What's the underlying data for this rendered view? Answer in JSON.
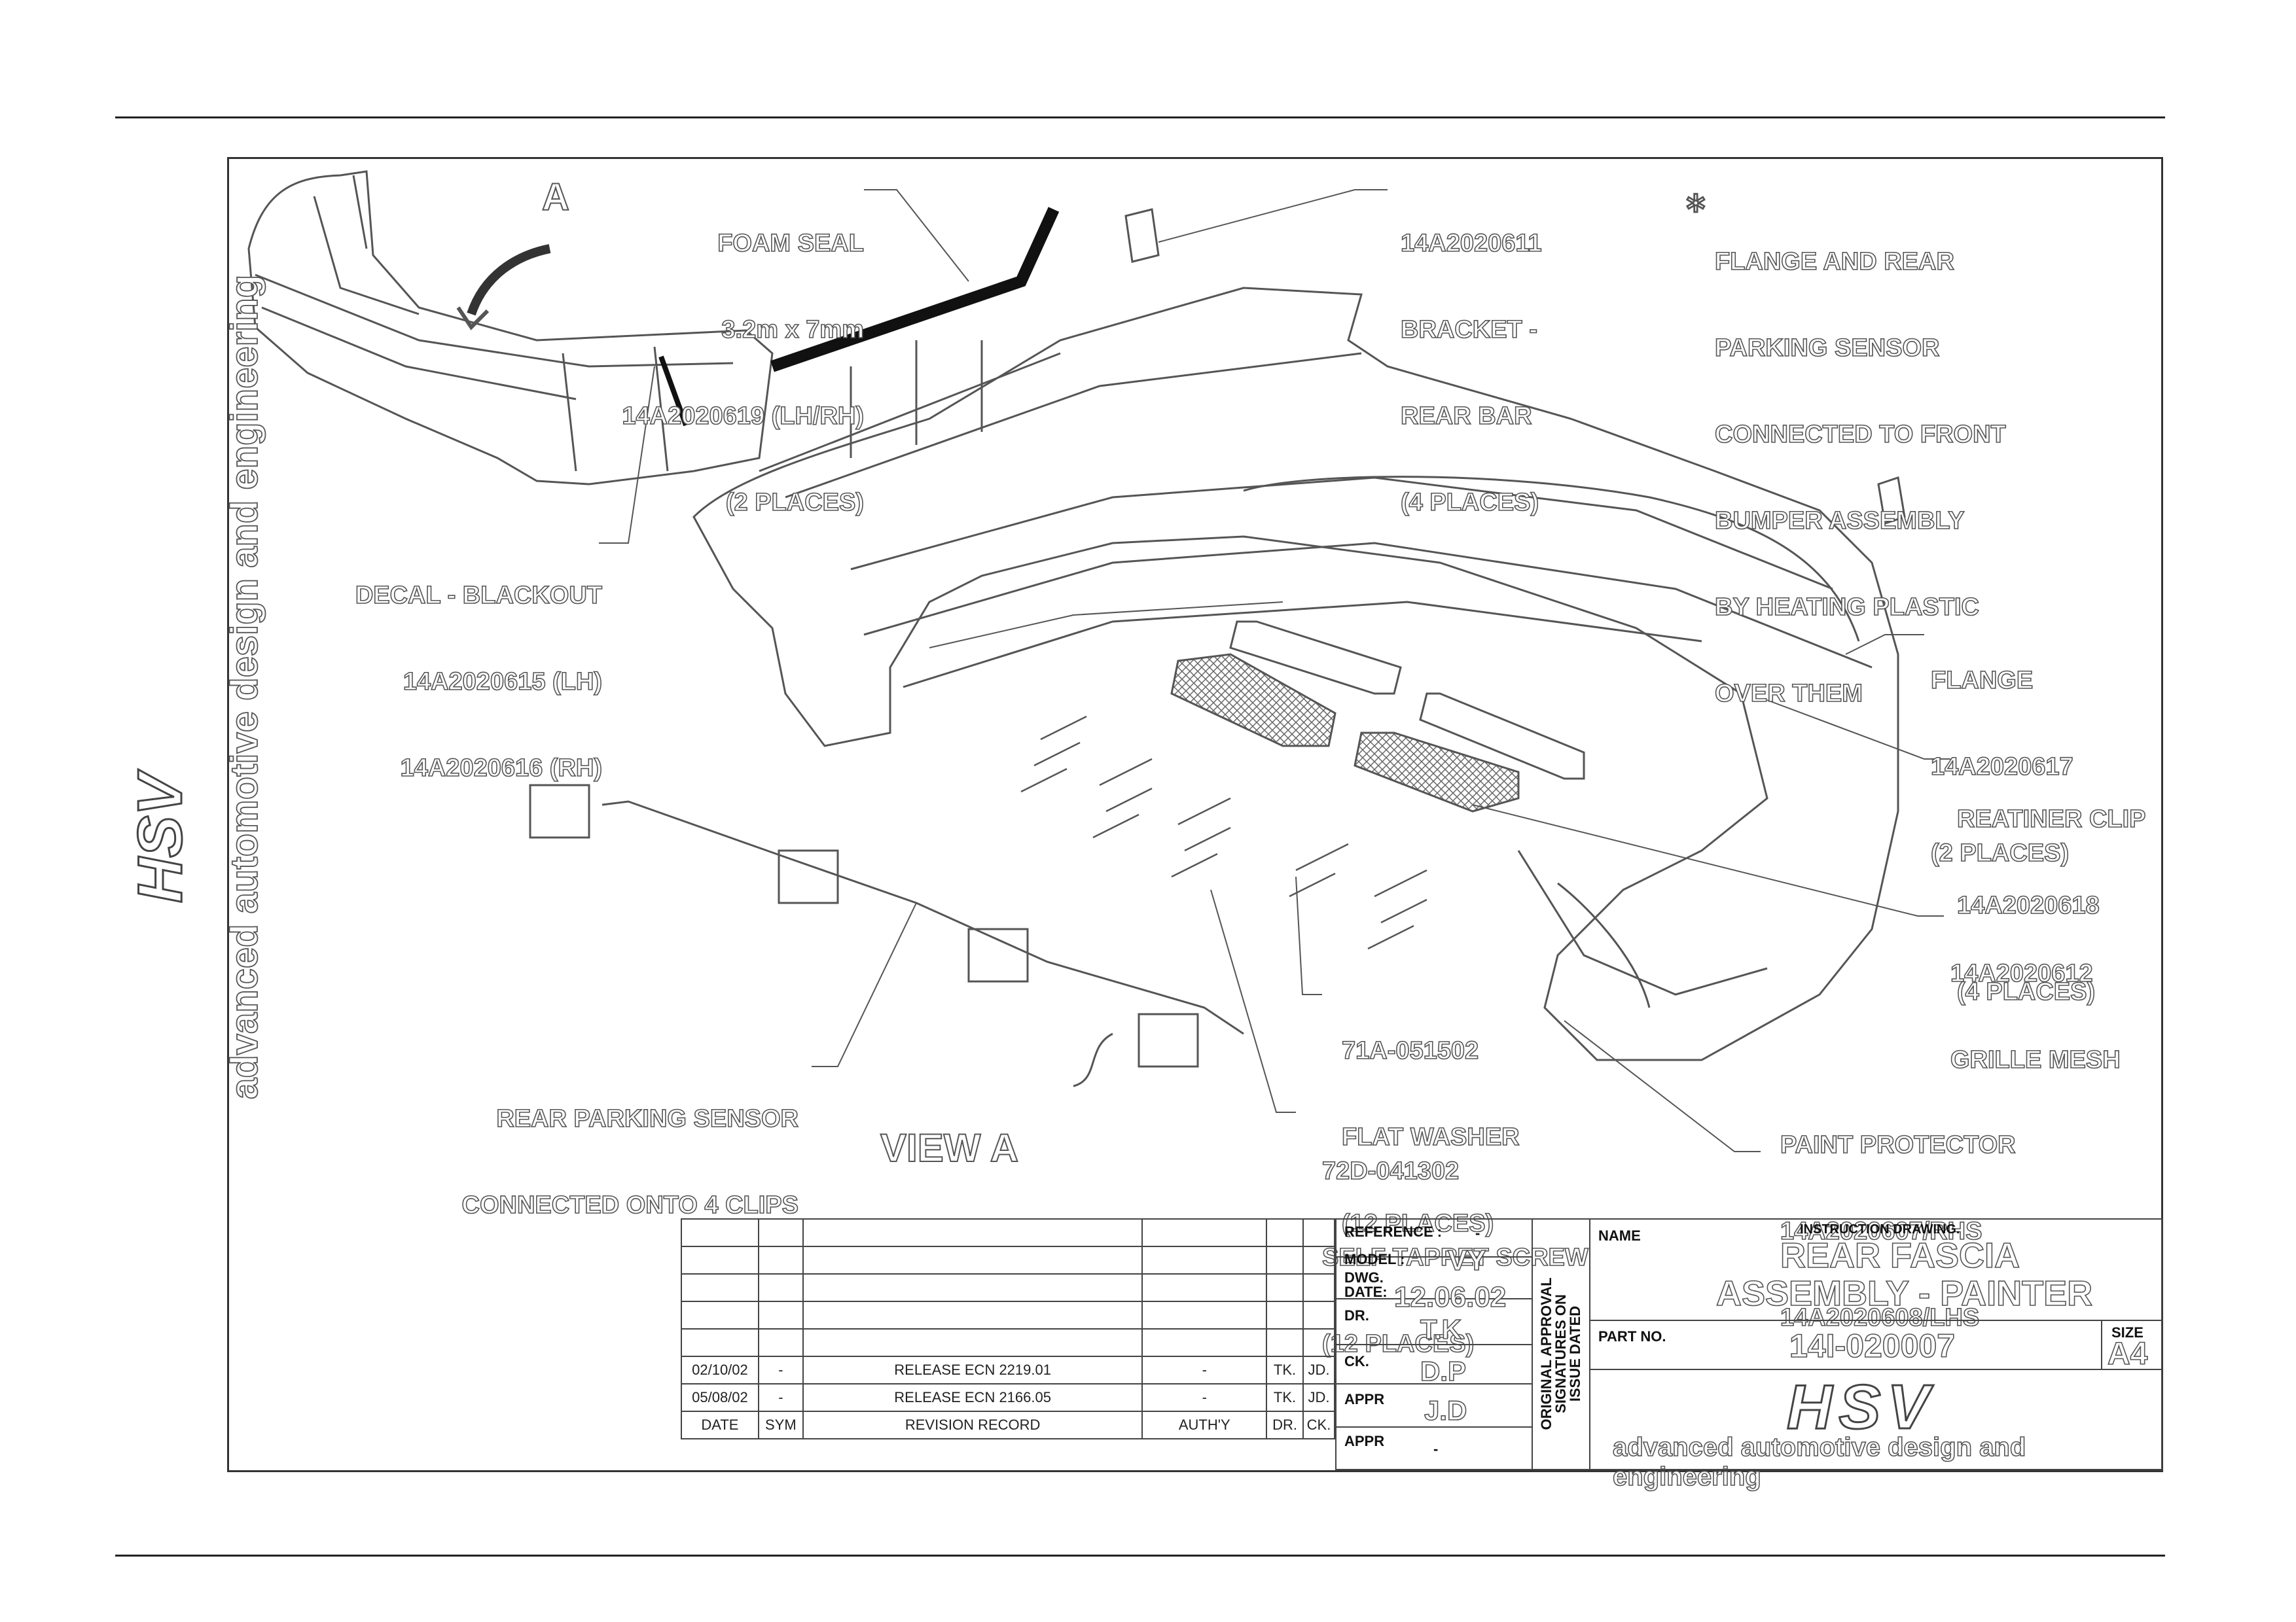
{
  "labels": {
    "foam_seal": [
      "FOAM SEAL",
      "3.2m x 7mm",
      "14A2020619 (LH/RH)",
      "(2 PLACES)"
    ],
    "bracket": [
      "14A2020611",
      "BRACKET -",
      "REAR BAR",
      "(4 PLACES)"
    ],
    "flange_note": [
      "FLANGE AND REAR",
      "PARKING SENSOR",
      "CONNECTED TO FRONT",
      "BUMPER ASSEMBLY",
      "BY HEATING PLASTIC",
      "OVER THEM"
    ],
    "decal": [
      "DECAL - BLACKOUT",
      "14A2020615 (LH)",
      "14A2020616 (RH)"
    ],
    "flange": [
      "FLANGE",
      "14A2020617",
      "(2 PLACES)"
    ],
    "retainer": [
      "REATINER CLIP",
      "14A2020618",
      "(4 PLACES)"
    ],
    "grille": [
      "14A2020612",
      "GRILLE MESH"
    ],
    "washer": [
      "71A-051502",
      "FLAT WASHER",
      "(12 PLACES)"
    ],
    "screw": [
      "72D-041302",
      "SELF TAPPET SCREW",
      "(12 PLACES)"
    ],
    "paint": [
      "PAINT PROTECTOR",
      "14A2020607/RHS",
      "14A2020608/LHS"
    ],
    "sensor": [
      "REAR PARKING SENSOR",
      "CONNECTED ONTO 4 CLIPS"
    ],
    "view_a": "VIEW A",
    "letter_a": "A"
  },
  "brand": {
    "logo": "HSV",
    "tagline": "advanced automotive design and engineering"
  },
  "title_block": {
    "revisions": [
      {
        "date": "02/10/02",
        "sym": "-",
        "record": "RELEASE ECN 2219.01",
        "auth": "-",
        "dr": "TK.",
        "ck": "JD."
      },
      {
        "date": "05/08/02",
        "sym": "-",
        "record": "RELEASE ECN 2166.05",
        "auth": "-",
        "dr": "TK.",
        "ck": "JD."
      }
    ],
    "headers": {
      "date": "DATE",
      "sym": "SYM",
      "record": "REVISION RECORD",
      "auth": "AUTH'Y",
      "dr": "DR.",
      "ck": "CK."
    },
    "reference_label": "REFERENCE :",
    "reference_value": "-",
    "model_label": "MODEL :",
    "model_value": "VY",
    "dwg_label": "DWG.\nDATE:",
    "dwg_value": "12.06.02",
    "dr_label": "DR.",
    "dr_value": "T.K",
    "ck_label": "CK.",
    "ck_value": "D.P",
    "appr_label": "APPR",
    "appr_value": "J.D",
    "appr2_label": "APPR",
    "appr2_value": "-",
    "vertical_note": "ORIGINAL APPROVAL\nSIGNATURES ON\nISSUE DATED",
    "name_label": "NAME",
    "instruction": "INSTRUCTION DRAWING.",
    "title_1": "REAR FASCIA",
    "title_2": "ASSEMBLY - PAINTER",
    "part_label": "PART NO.",
    "part_value": "14I-020007",
    "size_label": "SIZE",
    "size_value": "A4"
  }
}
